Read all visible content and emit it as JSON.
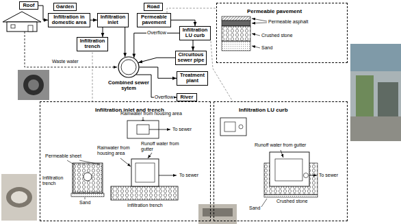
{
  "diagram": {
    "nodes": [
      {
        "text": [
          "Roof"
        ]
      },
      {
        "text": [
          "Garden"
        ]
      },
      {
        "text": [
          "Infiltration in domestic area"
        ]
      },
      {
        "text": [
          "Infiltration inlet"
        ]
      },
      {
        "text": [
          "Road"
        ]
      },
      {
        "text": [
          "Permeable pavement"
        ]
      },
      {
        "text": [
          "Infiltration LU curb"
        ]
      },
      {
        "text": [
          "Infiltration trench"
        ]
      },
      {
        "text": [
          "Combined sewer sytem"
        ]
      },
      {
        "text": [
          "Circuitous sewer pipe"
        ]
      },
      {
        "text": [
          "Treatment plant"
        ]
      },
      {
        "text": [
          "River"
        ]
      },
      {
        "text": [
          "Permeable pavement"
        ]
      },
      {
        "text": [
          "Infiltration inlet and trench"
        ]
      },
      {
        "text": [
          "Infiltration LU curb"
        ]
      }
    ],
    "edges": [
      {
        "from": 0,
        "to": 2,
        "arrow": "to"
      },
      {
        "from": 2,
        "to": 3,
        "arrow": "to"
      },
      {
        "from": 3,
        "to": 7,
        "arrow": "to"
      },
      {
        "from": 3,
        "to": 8,
        "arrow": "to"
      },
      {
        "from": 5,
        "to": 6,
        "arrow": "to"
      },
      {
        "from": 6,
        "to": 8,
        "label": "Overflow",
        "arrow": "to"
      },
      {
        "from": 6,
        "to": 9,
        "arrow": "to"
      },
      {
        "from": 9,
        "to": 8,
        "arrow": "to"
      },
      {
        "from": 8,
        "to": 10,
        "arrow": "to"
      },
      {
        "from": 8,
        "to": 11,
        "label": "Overflow",
        "arrow": "to"
      }
    ],
    "labels": [
      "Waste water",
      "Permeable asphalt",
      "Crushed stone",
      "Sand",
      "Rainwater from housing area",
      "To sewer",
      "Permeable sheet",
      "Infiltration trench",
      "Sand",
      "Rainwater from housing area",
      "Runoff water from gutter",
      "To sewer",
      "Infiltration trench",
      "Runoff water from gutter",
      "To sewer",
      "Crushed stone",
      "Sand"
    ]
  }
}
